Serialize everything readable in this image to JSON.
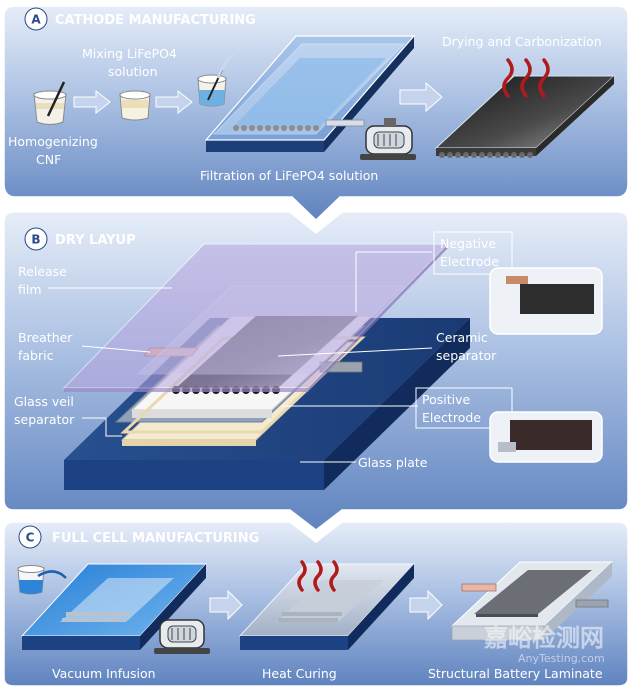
{
  "panels": {
    "a": {
      "badge": "A",
      "title": "CATHODE MANUFACTURING",
      "labels": {
        "homogenizing_1": "Homogenizing",
        "homogenizing_2": "CNF",
        "mixing_1": "Mixing LiFePO4",
        "mixing_2": "solution",
        "filtration": "Filtration of LiFePO4 solution",
        "drying": "Drying and Carbonization"
      }
    },
    "b": {
      "badge": "B",
      "title": "DRY LAYUP",
      "labels": {
        "release_1": "Release",
        "release_2": "film",
        "breather_1": "Breather",
        "breather_2": "fabric",
        "glass_veil_1": "Glass veil",
        "glass_veil_2": "separator",
        "negative_1": "Negative",
        "negative_2": "Electrode",
        "ceramic_1": "Ceramic",
        "ceramic_2": "separator",
        "positive_1": "Positive",
        "positive_2": "Electrode",
        "glass_plate": "Glass plate"
      }
    },
    "c": {
      "badge": "C",
      "title": "FULL CELL MANUFACTURING",
      "labels": {
        "vacuum": "Vacuum Infusion",
        "heat": "Heat Curing",
        "laminate": "Structural Battery Laminate"
      }
    }
  },
  "watermark": {
    "cn": "嘉峪检测网",
    "url": "AnyTesting.com"
  },
  "colors": {
    "panel_top": "#dfe8f6",
    "panel_bottom": "#6d8fc6",
    "glass_plate": "#1c3f7c",
    "heat_wave": "#b01a1a",
    "release_film": "#b7a5de"
  }
}
